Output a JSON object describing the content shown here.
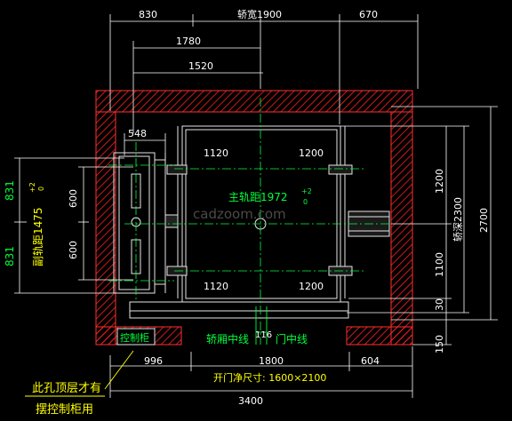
{
  "drawing": {
    "top_dims": {
      "d830": "830",
      "car_width": "轿宽1900",
      "d670": "670",
      "d1780": "1780",
      "d1520": "1520",
      "d548": "548"
    },
    "rail_dims": {
      "left_top_1120": "1120",
      "right_top_1200": "1200",
      "left_bot_1120": "1120",
      "right_bot_1200": "1200",
      "main_rail_distance": "主轨距1972",
      "main_rail_tol_up": "+2",
      "main_rail_tol_low": "0"
    },
    "left_dims": {
      "d831_top": "831",
      "d831_bot": "831",
      "cw_rail_distance": "副轨距1475",
      "cw_rail_tol_up": "+2",
      "cw_rail_tol_low": "0",
      "d600_top": "600",
      "d600_bot": "600"
    },
    "right_dims": {
      "d1200": "1200",
      "car_depth": "轿深2300",
      "d2700": "2700",
      "d1100": "1100",
      "d30": "30",
      "d150": "150"
    },
    "labels": {
      "control_cabinet": "控制柜",
      "car_centerline": "轿厢中线",
      "offset_116": "116",
      "door_centerline": "门中线"
    },
    "bottom_dims": {
      "d996": "996",
      "d1800": "1800",
      "d604": "604",
      "door_size": "开门净尺寸: 1600×2100",
      "d3400": "3400"
    },
    "note": {
      "line1": "此孔顶层才有",
      "line2": "摆控制柜用"
    },
    "watermark": "cadzoom.com",
    "colors": {
      "dimension": "#ffffff",
      "wall_hatch": "#ff2020",
      "centerline": "#00ff3c",
      "annotation": "#ffff00",
      "structure": "#e6e6e6"
    }
  }
}
